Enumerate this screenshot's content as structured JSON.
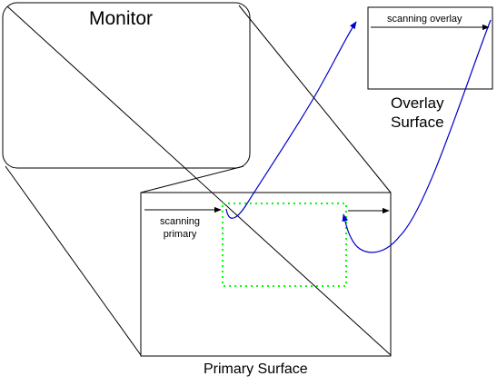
{
  "labels": {
    "monitor": "Monitor",
    "overlay_surface": "Overlay\nSurface",
    "primary_surface": "Primary Surface",
    "scanning_primary": "scanning\nprimary",
    "scanning_overlay": "scanning overlay"
  },
  "colors": {
    "outline": "#000000",
    "overlay_region": "#00ff00",
    "scan_path": "#0000cc"
  }
}
